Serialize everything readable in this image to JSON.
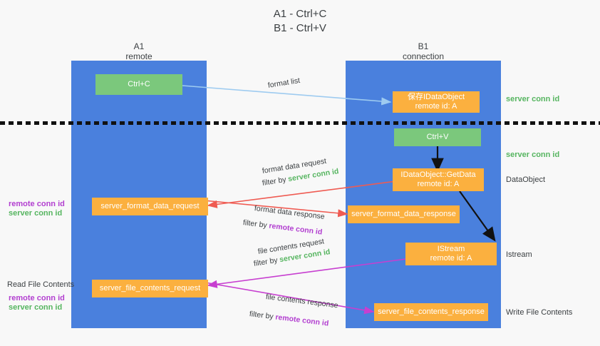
{
  "title": {
    "line1": "A1 - Ctrl+C",
    "line2": "B1 - Ctrl+V"
  },
  "columns": [
    {
      "name": "A1",
      "sub": "remote"
    },
    {
      "name": "B1",
      "sub": "connection"
    }
  ],
  "boxes": {
    "ctrl_c": "Ctrl+C",
    "ctrl_v": "Ctrl+V",
    "save_idataobject_l1": "保存IDataObject",
    "save_idataobject_l2": "remote id: A",
    "getdata_l1": "IDataObject::GetData",
    "getdata_l2": "remote id: A",
    "istream_l1": "IStream",
    "istream_l2": "remote id: A",
    "server_format_data_request": "server_format_data_request",
    "server_format_data_response": "server_format_data_response",
    "server_file_contents_request": "server_file_contents_request",
    "server_file_contents_response": "server_file_contents_response"
  },
  "right_labels": {
    "server_conn_id_top": "server conn id",
    "server_conn_id_mid": "server conn id",
    "dataobject": "DataObject",
    "istream": "Istream",
    "write_file_contents": "Write File Contents"
  },
  "left_labels": {
    "remote_conn_id_1": "remote conn id",
    "server_conn_id_1": "server conn id",
    "read_file_contents": "Read File Contents",
    "remote_conn_id_2": "remote conn id",
    "server_conn_id_2": "server conn id"
  },
  "arrow_labels": {
    "format_list": "format list",
    "format_data_request": "format data request",
    "format_data_request_filter_prefix": "filter by ",
    "format_data_request_filter_value": "server conn id",
    "format_data_response": "format data response",
    "format_data_response_filter_prefix": "filter by ",
    "format_data_response_filter_value": "remote conn id",
    "file_contents_request": "file contents request",
    "file_contents_request_filter_prefix": "filter by ",
    "file_contents_request_filter_value": "server conn id",
    "file_contents_response": "file contents response",
    "file_contents_response_filter_prefix": "filter by ",
    "file_contents_response_filter_value": "remote conn id"
  },
  "colors": {
    "column": "#4a80dd",
    "green_box": "#7bc87c",
    "orange_box": "#fbb03f",
    "green_text": "#56b560",
    "purple_text": "#b23fd0",
    "light_blue_arrow": "#9ecbf0",
    "red_arrow": "#ef5b52",
    "magenta_arrow": "#c73fd0",
    "black_arrow": "#111111"
  }
}
